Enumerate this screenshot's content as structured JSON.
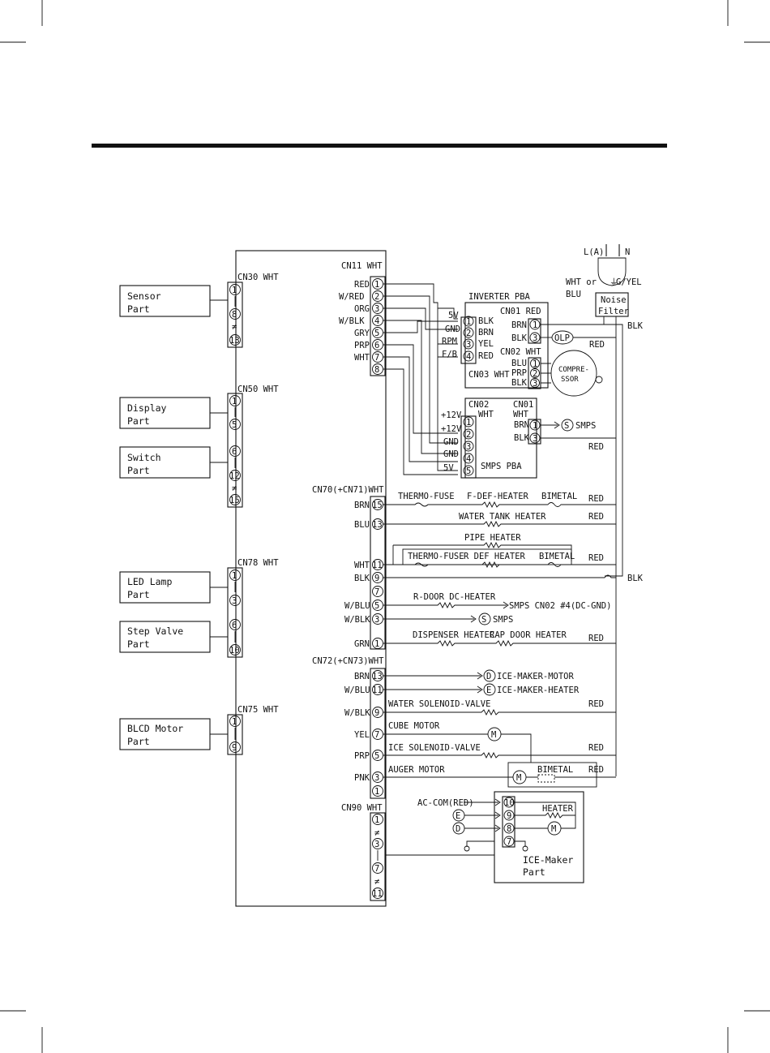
{
  "left_blocks": {
    "sensor": [
      "Sensor",
      "Part"
    ],
    "display": [
      "Display",
      "Part"
    ],
    "switch": [
      "Switch",
      "Part"
    ],
    "led": [
      "LED Lamp",
      "Part"
    ],
    "step": [
      "Step Valve",
      "Part"
    ],
    "blcd": [
      "BLCD Motor",
      "Part"
    ]
  },
  "connectors": {
    "cn30": "CN30 WHT",
    "cn50": "CN50 WHT",
    "cn78": "CN78 WHT",
    "cn75": "CN75 WHT",
    "cn11": "CN11 WHT",
    "cn70": "CN70(+CN71)WHT",
    "cn72": "CN72(+CN73)WHT",
    "cn90": "CN90 WHT",
    "cn01_red": "CN01 RED",
    "cn02_wht": "CN02 WHT",
    "cn03_wht": "CN03 WHT",
    "cn02": "CN02",
    "cn01": "CN01",
    "wht": "WHT"
  },
  "pins": {
    "cn30": [
      "1",
      "8",
      "13"
    ],
    "cn50": [
      "1",
      "5",
      "6",
      "12",
      "15"
    ],
    "cn78": [
      "1",
      "3",
      "6",
      "10"
    ],
    "cn75": [
      "1",
      "9"
    ],
    "cn11": [
      "1",
      "2",
      "3",
      "4",
      "5",
      "6",
      "7",
      "8"
    ],
    "cn11_wires": [
      "RED",
      "W/RED",
      "ORG",
      "W/BLK",
      "GRY",
      "PRP",
      "WHT"
    ],
    "cn70": [
      "15",
      "13",
      "11",
      "9",
      "7",
      "5",
      "3",
      "1"
    ],
    "cn70_wires": [
      "BRN",
      "BLU",
      "WHT",
      "BLK",
      "W/BLU",
      "W/BLK",
      "GRN"
    ],
    "cn72": [
      "13",
      "11",
      "9",
      "7",
      "5",
      "3",
      "1"
    ],
    "cn72_wires": [
      "BRN",
      "W/BLU",
      "W/BLK",
      "YEL",
      "PRP",
      "PNK"
    ],
    "cn90": [
      "1",
      "3",
      "7",
      "11"
    ]
  },
  "inverter": {
    "title": "INVERTER PBA",
    "cn03_pins": [
      "1",
      "2",
      "3",
      "4"
    ],
    "cn03_wires": [
      "BLK",
      "BRN",
      "YEL",
      "RED"
    ],
    "rails": [
      "5V",
      "GND",
      "RPM",
      "F/B"
    ],
    "cn01_pins": [
      "1",
      "3"
    ],
    "cn01_wires": [
      "BRN",
      "BLK"
    ],
    "cn02_pins": [
      "1",
      "2",
      "3"
    ],
    "cn02_wires": [
      "BLU",
      "PRP",
      "BLK"
    ],
    "olp": "OLP",
    "compressor": [
      "COMPRE-",
      "SSOR"
    ]
  },
  "smps": {
    "title": "SMPS PBA",
    "rails": [
      "+12V",
      "+12V",
      "GND",
      "GND",
      "5V"
    ],
    "cn02_pins": [
      "1",
      "2",
      "3",
      "4",
      "5"
    ],
    "cn01_pins": [
      "1",
      "3"
    ],
    "cn01_wires": [
      "BRN",
      "BLK"
    ],
    "out_symbol": "S",
    "out_label": "SMPS"
  },
  "power": {
    "plug": "L(A)",
    "neutral": "N",
    "ground": "WHT or",
    "ground2": "BLU",
    "gyel": "G/YEL",
    "noise": [
      "Noise",
      "Filter"
    ],
    "blk": "BLK",
    "red": "RED"
  },
  "loads": {
    "thermo_fuse": "THERMO-FUSE",
    "f_def": "F-DEF-HEATER",
    "bimetal": "BIMETAL",
    "water_tank": "WATER TANK HEATER",
    "pipe": "PIPE HEATER",
    "r_def": "R DEF HEATER",
    "r_door": "R-DOOR DC-HEATER",
    "smps_cn02": "SMPS CN02 #4(DC-GND)",
    "dispenser": "DISPENSER HEATER",
    "cap_door": "CAP DOOR HEATER",
    "ice_motor": "ICE-MAKER-MOTOR",
    "ice_heater": "ICE-MAKER-HEATER",
    "water_sol": "WATER SOLENOID-VALVE",
    "cube_motor": "CUBE MOTOR",
    "ice_sol": "ICE SOLENOID-VALVE",
    "auger": "AUGER MOTOR"
  },
  "symbols": {
    "d": "D",
    "e": "E",
    "m": "M",
    "s": "S"
  },
  "icemaker": {
    "ac_com": "AC-COM(RED)",
    "heater": "HEATER",
    "pins": [
      "10",
      "9",
      "8",
      "7"
    ],
    "title": [
      "ICE-Maker",
      "Part"
    ]
  }
}
